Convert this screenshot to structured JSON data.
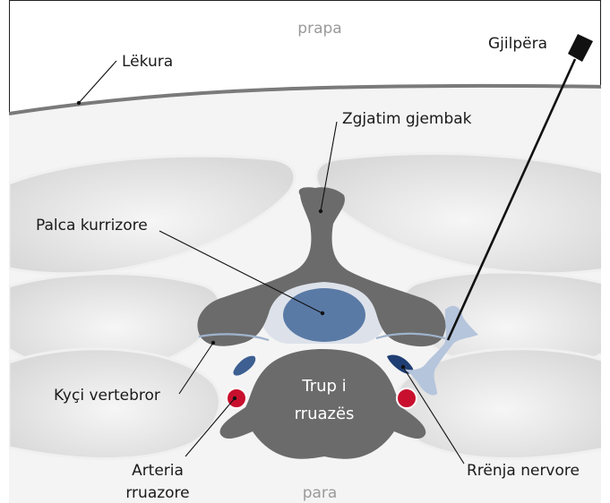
{
  "orientation": {
    "top": "prapa",
    "bottom": "para"
  },
  "labels": {
    "skin": "Lëkura",
    "needle": "Gjilpëra",
    "spinous_process": "Zgjatim gjembak",
    "spinal_cord": "Palca kurrizore",
    "facet_joint": "Kyçi vertebror",
    "vertebral_body_line1": "Trup i",
    "vertebral_body_line2": "rruazës",
    "artery_line1": "Arteria",
    "artery_line2": "rruazore",
    "nerve_root": "Rrënja nervore"
  },
  "colors": {
    "bone": "#6b6b6b",
    "canal": "#dde2ea",
    "cord": "#5a7aa6",
    "nerve": "#1f3e73",
    "nerve_light": "#b5c5dc",
    "artery": "#c8102e",
    "muscle": "#e0e0e0",
    "tissue": "#f3f3f3"
  }
}
